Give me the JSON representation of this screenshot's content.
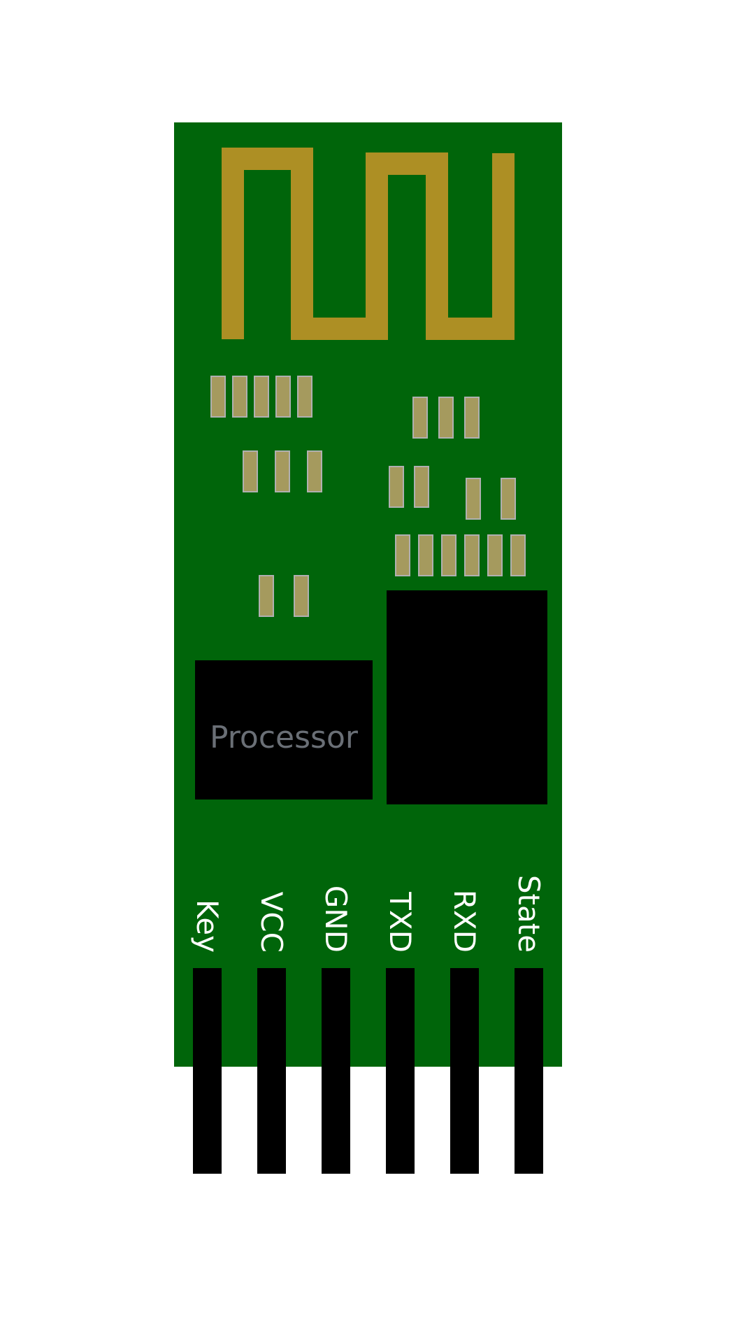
{
  "module": {
    "chip_label": "Processor",
    "pins": [
      {
        "label": "Key"
      },
      {
        "label": "VCC"
      },
      {
        "label": "GND"
      },
      {
        "label": "TXD"
      },
      {
        "label": "RXD"
      },
      {
        "label": "State"
      }
    ]
  },
  "colors": {
    "board": "#00650a",
    "antenna": "#ad8f24",
    "pad": "#a59a5e",
    "pad_stroke": "#b0b0b0",
    "chip": "#000000",
    "chip_text": "#6a6f76",
    "pin": "#000000",
    "pin_text": "#ffffff"
  }
}
